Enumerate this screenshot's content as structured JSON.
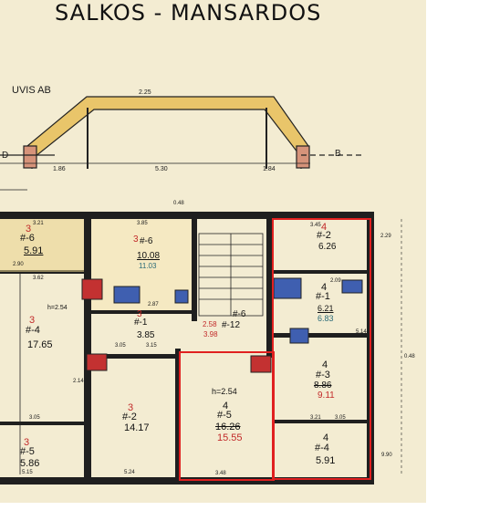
{
  "title": "SALKOS - MANSARDOS",
  "section_label": "UVIS AB",
  "section": {
    "dims_top": "2.25",
    "dims_left": [
      "1.86",
      "5.30",
      "1.84"
    ],
    "marker_d": "D",
    "marker_b": "B"
  },
  "units": [
    {
      "id": "u-left-top",
      "num_red": "3",
      "code": "#-6",
      "area": "5.91"
    },
    {
      "id": "u-left-mid",
      "num_red": "3",
      "code": "#-4",
      "area": "17.65",
      "height": "h=2.54"
    },
    {
      "id": "u-left-bot",
      "num_red": "3",
      "code": "#-5",
      "area": "5.86"
    },
    {
      "id": "u-kitchen",
      "num_red": "3",
      "code": "#-6",
      "area": "10.08",
      "area2": "11.03"
    },
    {
      "id": "u-hall",
      "num_red": "3",
      "code": "#-1",
      "area": "3.85"
    },
    {
      "id": "u-room2",
      "num_red": "3",
      "code": "#-2",
      "area": "14.17"
    },
    {
      "id": "u-stair",
      "code": "#-6",
      "code2": "#-12"
    },
    {
      "id": "u-bath",
      "area_red": "2.58",
      "area_red2": "3.98"
    },
    {
      "id": "u-red-center",
      "height": "h=2.54",
      "num": "4",
      "code": "#-5",
      "area": "16.26",
      "area_red": "15.55"
    },
    {
      "id": "u-r-top",
      "num_red": "4",
      "code": "#-2",
      "area": "6.26"
    },
    {
      "id": "u-r-mid",
      "num": "4",
      "code": "#-1",
      "area": "6.21",
      "area_teal": "6.83"
    },
    {
      "id": "u-r-low",
      "num": "4",
      "code": "#-3",
      "area": "8.86",
      "area_red": "9.11"
    },
    {
      "id": "u-r-bot",
      "num": "4",
      "code": "#-4",
      "area": "5.91"
    }
  ],
  "dims": [
    "3.21",
    "3.85",
    "3.62",
    "2.90",
    "0.48",
    "2.87",
    "3.05",
    "2.14",
    "5.14",
    "2.09",
    "0.48",
    "3.48",
    "3.45",
    "3.05",
    "3.15",
    "3.05",
    "3.21",
    "5.15",
    "5.24",
    "9.90",
    "2.29"
  ],
  "colors": {
    "paper": "#f3ecd2",
    "ink": "#1f1f1f",
    "red_outline": "#e02020",
    "wall_yellow": "#e7c25a",
    "wall_rose": "#d9967f",
    "stove_red": "#c33131",
    "stove_blue": "#3f5fb0",
    "teal_text": "#2a6a78"
  }
}
